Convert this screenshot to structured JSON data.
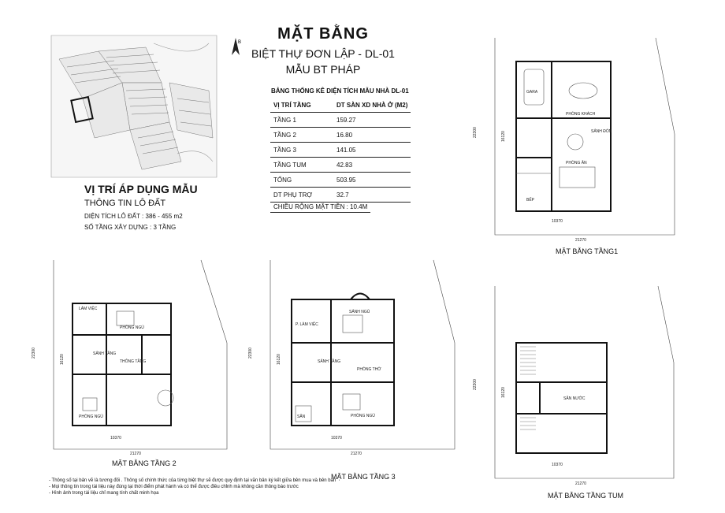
{
  "title": "MẶT BẰNG",
  "subtitle": "BIỆT THỰ ĐƠN LẬP - DL-01",
  "style": "MẪU BT PHÁP",
  "stats": {
    "heading": "BẢNG THỐNG KÊ  DIỆN TÍCH MẪU NHÀ DL-01",
    "col_floor": "VỊ TRÍ TẦNG",
    "col_area": "DT SÀN XD NHÀ Ở (M2)",
    "rows": [
      {
        "label": "TẦNG 1",
        "value": "159.27"
      },
      {
        "label": "TẦNG 2",
        "value": "16.80"
      },
      {
        "label": "TẦNG 3",
        "value": "141.05"
      },
      {
        "label": "TẦNG TUM",
        "value": "42.83"
      },
      {
        "label": "TỔNG",
        "value": "503.95"
      },
      {
        "label": "DT PHỤ TRỢ",
        "value": "32.7"
      }
    ],
    "frontage": "CHIỀU RỘNG MẶT TIỀN : 10.4M"
  },
  "location": {
    "title": "VỊ TRÍ ÁP DỤNG MẪU",
    "info": "THÔNG TIN LÔ ĐẤT",
    "area": "DIỆN TÍCH LÔ ĐẤT : 386  - 455 m2",
    "floors": "SỐ TẦNG XÂY DỰNG : 3 TẦNG"
  },
  "plans": {
    "floor1": {
      "label": "MẶT BẰNG TẦNG1",
      "dim_width": "21270",
      "dim_inner": "10370",
      "dim_height": "22300",
      "dim_height_inner": "16120",
      "rooms": [
        "GARA",
        "PHÒNG KHÁCH",
        "SẢNH ĐÓN",
        "PHÒNG ĂN",
        "BẾP"
      ]
    },
    "floor2": {
      "label": "MẶT BẰNG TẦNG 2",
      "dim_width": "21270",
      "dim_inner": "10370",
      "dim_height": "22300",
      "dim_height_inner": "16120",
      "rooms": [
        "LÀM VIỆC",
        "PHÒNG NGỦ",
        "SẢNH TẦNG",
        "THÔNG TẦNG",
        "PHÒNG NGỦ"
      ]
    },
    "floor3": {
      "label": "MẶT BẰNG TẦNG 3",
      "dim_width": "21270",
      "dim_inner": "10370",
      "dim_height": "22300",
      "dim_height_inner": "16120",
      "rooms": [
        "P. LÀM VIỆC",
        "SẢNH NGỦ",
        "SẢNH TẦNG",
        "PHÒNG THỜ",
        "PHÒNG NGỦ",
        "SÂN"
      ]
    },
    "floor_tum": {
      "label": "MẶT BẰNG TẦNG TUM",
      "dim_width": "21270",
      "dim_inner": "10370",
      "dim_height": "22300",
      "dim_height_inner": "16120",
      "rooms": [
        "SÂN NƯỚC"
      ]
    }
  },
  "notes": [
    "- Thông số tại bản vẽ là tương đối . Thông số chính thức của từng biệt thự sẽ được quy định tại văn bản ký kết giữa bên mua và bên bán",
    "- Mọi thông tin trong tài liệu này đúng tại thời điểm phát hành và có thể được điều chỉnh mà không cần thông báo trước",
    "- Hình ảnh trong tài liệu chỉ mang tính chất minh họa"
  ]
}
